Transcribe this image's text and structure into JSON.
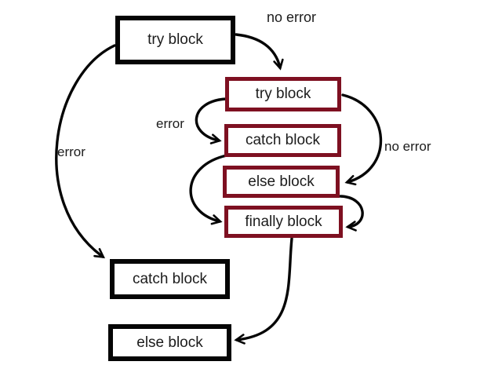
{
  "diagram": {
    "title_hint": "try / catch / else / finally control flow",
    "colors": {
      "background": "#ffffff",
      "outer_box_border": "#050505",
      "inner_box_border": "#7e1021",
      "arrow": "#050505",
      "text": "#1c1c1c"
    },
    "boxes": [
      {
        "id": "outer-try",
        "label": "try block",
        "style": "black"
      },
      {
        "id": "inner-try",
        "label": "try block",
        "style": "red"
      },
      {
        "id": "inner-catch",
        "label": "catch block",
        "style": "red"
      },
      {
        "id": "inner-else",
        "label": "else block",
        "style": "red"
      },
      {
        "id": "inner-finally",
        "label": "finally block",
        "style": "red"
      },
      {
        "id": "outer-catch",
        "label": "catch block",
        "style": "black"
      },
      {
        "id": "outer-else",
        "label": "else block",
        "style": "black"
      }
    ],
    "edge_labels": [
      {
        "id": "no-error-top",
        "text": "no error"
      },
      {
        "id": "error-inner",
        "text": "error"
      },
      {
        "id": "no-error-right",
        "text": "no error"
      },
      {
        "id": "error-outer",
        "text": "error"
      }
    ],
    "edges": [
      {
        "from": "outer-try",
        "to": "inner-try",
        "label": "no error"
      },
      {
        "from": "outer-try",
        "to": "outer-catch",
        "label": "error"
      },
      {
        "from": "inner-try",
        "to": "inner-catch",
        "label": "error"
      },
      {
        "from": "inner-try",
        "to": "inner-else",
        "label": "no error"
      },
      {
        "from": "inner-catch",
        "to": "inner-finally",
        "label": ""
      },
      {
        "from": "inner-else",
        "to": "inner-finally",
        "label": ""
      },
      {
        "from": "inner-finally",
        "to": "outer-else",
        "label": ""
      }
    ]
  }
}
